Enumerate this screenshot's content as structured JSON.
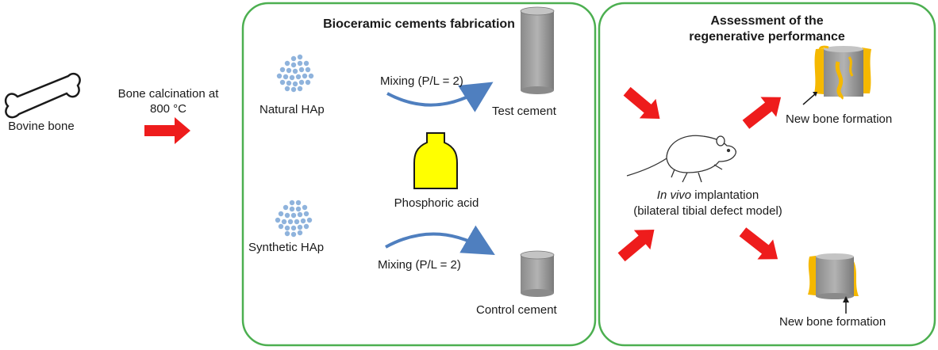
{
  "left": {
    "source_label": "Bovine bone",
    "process_line1": "Bone calcination at",
    "process_line2": "800 °C"
  },
  "fabrication": {
    "title": "Bioceramic cements fabrication",
    "natural_label": "Natural HAp",
    "synthetic_label": "Synthetic HAp",
    "mixing_top": "Mixing (P/L = 2)",
    "mixing_bottom": "Mixing (P/L = 2)",
    "acid_label": "Phosphoric acid",
    "test_label": "Test cement",
    "control_label": "Control cement"
  },
  "assessment": {
    "title_line1": "Assessment of the",
    "title_line2": "regenerative performance",
    "invivo_italic": "In vivo",
    "invivo_rest": " implantation",
    "model_label": "(bilateral tibial defect model)",
    "new_bone_top": "New bone formation",
    "new_bone_bottom": "New bone formation"
  },
  "colors": {
    "panel_border": "#4caf50",
    "arrow_red": "#ee1c1c",
    "particle_blue": "#8fb3dc",
    "bottle_yellow": "#ffff00",
    "cylinder_gray": "#999999",
    "bone_yellow": "#f5b800",
    "mix_arrow_blue": "#4f7fbf"
  }
}
